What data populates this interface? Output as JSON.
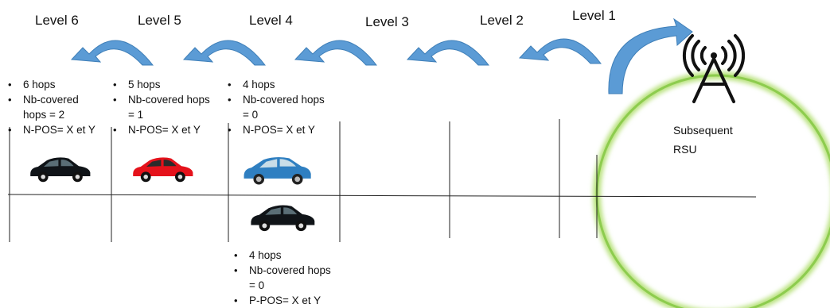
{
  "levels": [
    "Level 1",
    "Level 2",
    "Level 3",
    "Level 4",
    "Level 5",
    "Level 6"
  ],
  "vehicle_infos": [
    {
      "id": "level6-car",
      "color": "#101418",
      "lines": [
        "6  hops",
        "Nb-covered hops = 2",
        "N-POS= X et Y"
      ]
    },
    {
      "id": "level5-car",
      "color": "#e5121b",
      "lines": [
        "5  hops",
        "Nb-covered hops = 1",
        "N-POS= X et Y"
      ]
    },
    {
      "id": "level4-car",
      "color": "#2f7fc1",
      "lines": [
        "4  hops",
        "Nb-covered hops = 0",
        "N-POS= X et Y"
      ]
    },
    {
      "id": "lower-car",
      "color": "#101418",
      "lines": [
        "4  hops",
        "Nb-covered hops = 0",
        "P-POS= X et Y"
      ]
    }
  ],
  "rsu": {
    "label_line1": "Subsequent",
    "label_line2": "RSU"
  },
  "colors": {
    "arrow_fill": "#5b9bd5",
    "arrow_stroke": "#3f7fb8",
    "coverage_ring": "#8dcc4e",
    "grid": "#222222"
  }
}
